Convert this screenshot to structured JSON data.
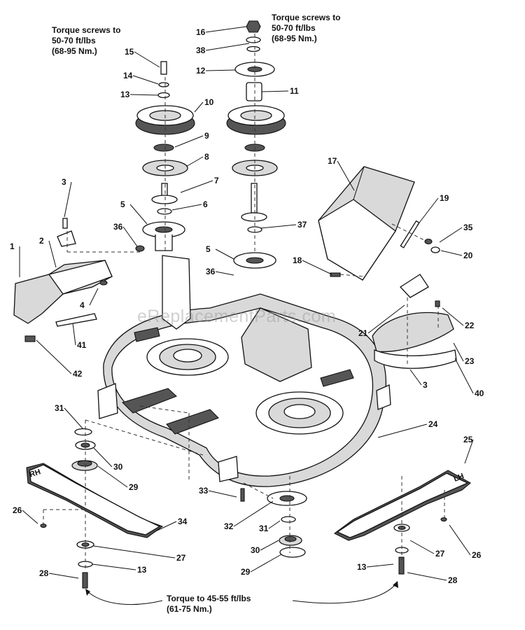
{
  "notes": {
    "torque_left": "Torque screws to\n50-70 ft/lbs\n(68-95 Nm.)",
    "torque_right": "Torque screws to\n50-70 ft/lbs\n(68-95 Nm.)",
    "torque_bottom": "Torque to 45-55 ft/lbs\n(61-75 Nm.)"
  },
  "watermark": "eReplacementParts.com",
  "blade_labels": {
    "rh": "RH",
    "lh": "LH"
  },
  "callouts": [
    "16",
    "38",
    "12",
    "11",
    "15",
    "14",
    "13",
    "10",
    "9",
    "8",
    "7",
    "6",
    "5",
    "36",
    "37",
    "3",
    "1",
    "2",
    "4",
    "41",
    "42",
    "17",
    "19",
    "35",
    "20",
    "18",
    "5",
    "36",
    "21",
    "22",
    "23",
    "3",
    "40",
    "31",
    "30",
    "29",
    "24",
    "25",
    "33",
    "32",
    "31",
    "30",
    "29",
    "26",
    "34",
    "27",
    "13",
    "28",
    "27",
    "26",
    "13",
    "28"
  ],
  "colors": {
    "line": "#111111",
    "fill_light": "#d9d9d9",
    "fill_dark": "#555555",
    "background": "#ffffff"
  }
}
